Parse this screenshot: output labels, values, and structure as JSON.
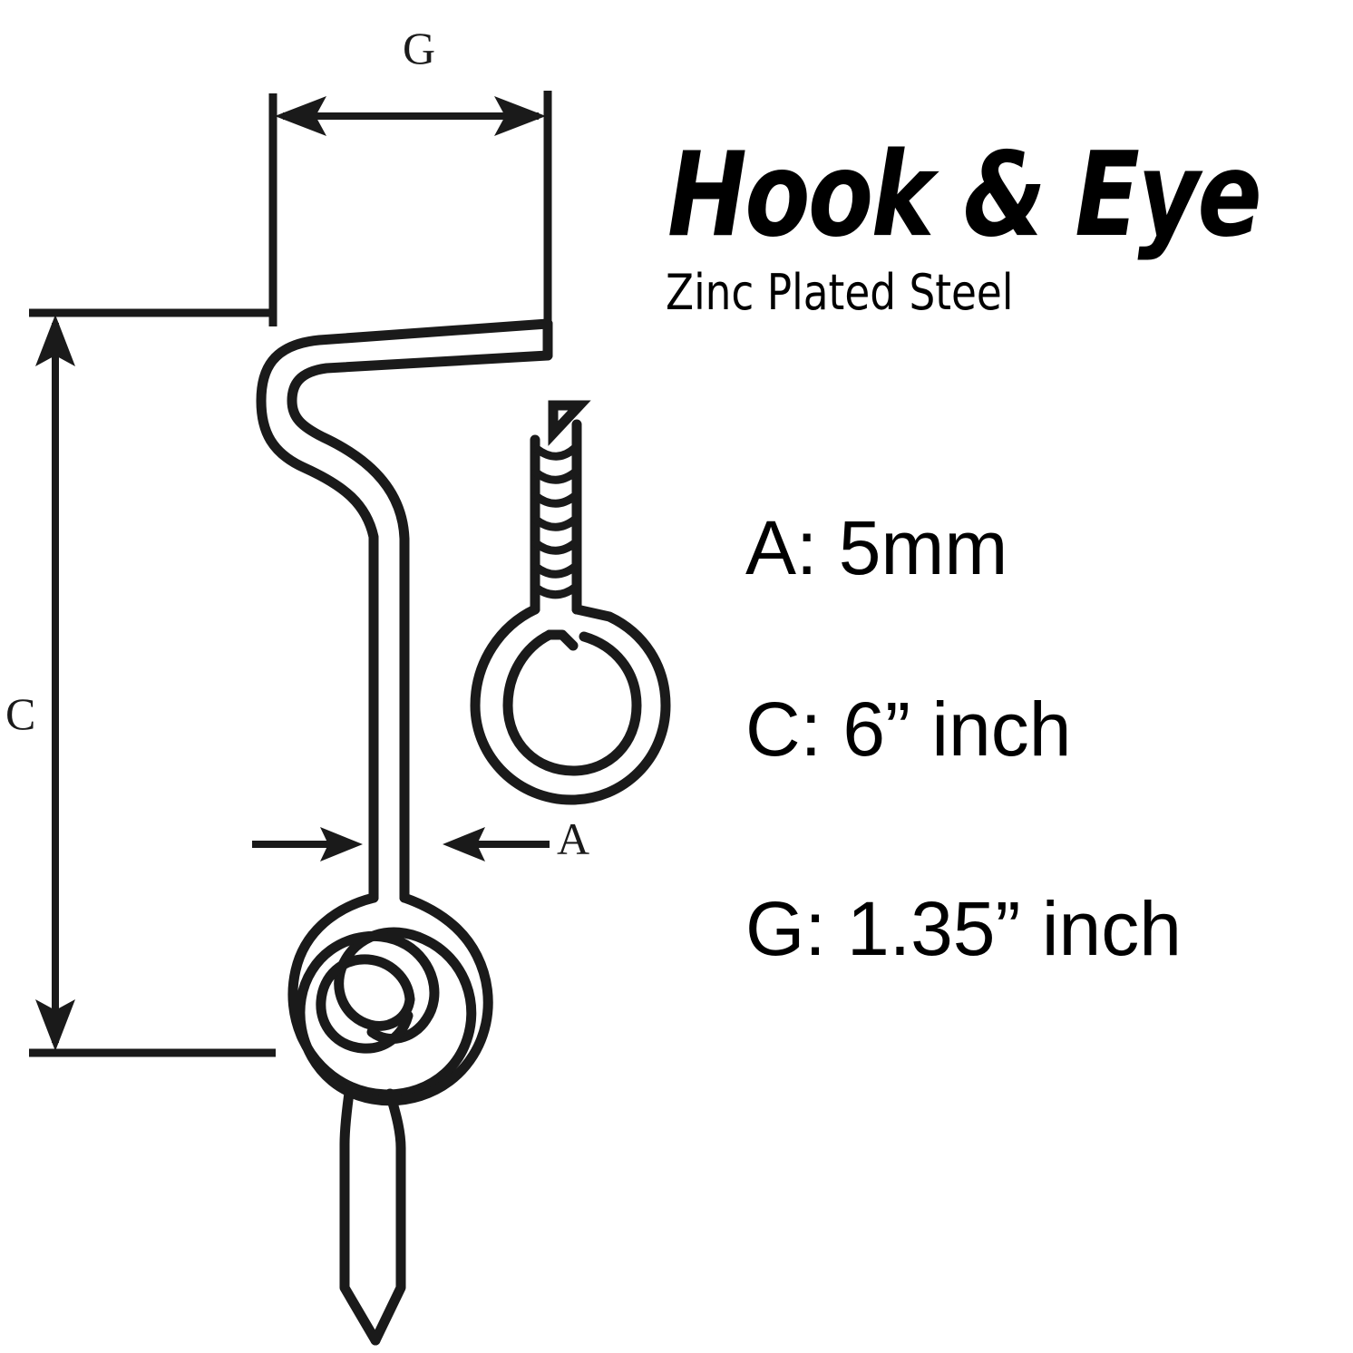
{
  "page": {
    "background_color": "#ffffff",
    "ink_color": "#1a1a1a"
  },
  "header": {
    "title": "Hook & Eye",
    "subtitle": "Zinc Plated Steel"
  },
  "specs": [
    {
      "key": "A",
      "label": "A: 5mm",
      "dimension": "A",
      "value": "5mm"
    },
    {
      "key": "C",
      "label": "C: 6” inch",
      "dimension": "C",
      "value": "6” inch"
    },
    {
      "key": "G",
      "label": "G: 1.35” inch",
      "dimension": "G",
      "value": "1.35” inch"
    }
  ],
  "dimension_labels": {
    "g": "G",
    "c": "C",
    "a": "A"
  },
  "drawing": {
    "parts": [
      {
        "name": "hook",
        "description": "gate hook with S-bend arm, coiled eye and pointed tip"
      },
      {
        "name": "screw-eye",
        "description": "threaded screw eye with ring"
      }
    ]
  }
}
